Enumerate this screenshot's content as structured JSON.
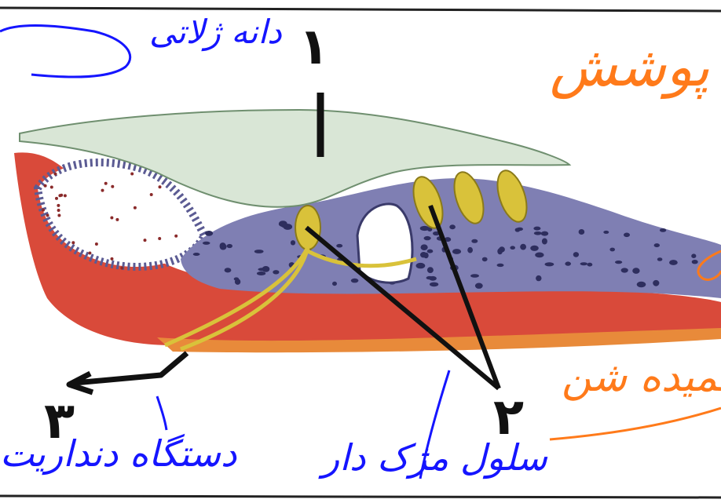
{
  "labels": {
    "one": "۱",
    "two": "۲",
    "three": "۳"
  },
  "annotations": {
    "membrane_top": "پوشش",
    "membrane_mid": "حمیده شن",
    "hair_cell_left": "دانه ژلاتی",
    "nerve_fiber": "دستگاه دنداریت",
    "hair_cells": "سلول مژک دار"
  },
  "colors": {
    "ink_blue": "#1515ff",
    "ink_orange": "#ff7a1a",
    "tectorial": "#d9e6d6",
    "cells": "#7f7fb3",
    "base": "#d94a3a"
  }
}
